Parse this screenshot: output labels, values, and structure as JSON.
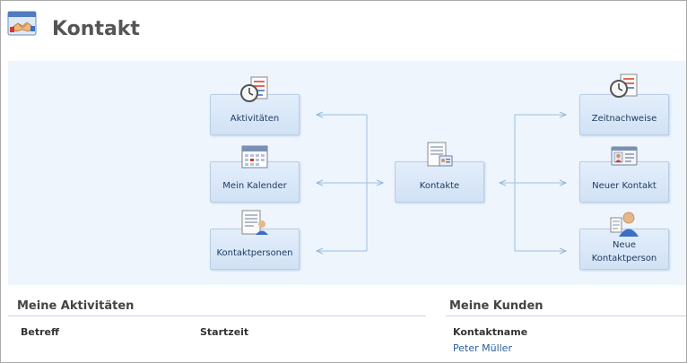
{
  "header": {
    "title": "Kontakt"
  },
  "diagram": {
    "left_nodes": [
      {
        "label": "Aktivitäten",
        "icon": "clock-document-icon"
      },
      {
        "label": "Mein Kalender",
        "icon": "calendar-icon"
      },
      {
        "label": "Kontaktpersonen",
        "icon": "contact-list-icon"
      }
    ],
    "center_node": {
      "label": "Kontakte",
      "icon": "contacts-icon"
    },
    "right_nodes": [
      {
        "label": "Zeitnachweise",
        "icon": "clock-document-icon"
      },
      {
        "label": "Neuer Kontakt",
        "icon": "id-card-icon"
      },
      {
        "label": "Neue Kontaktperson",
        "icon": "person-add-icon"
      }
    ]
  },
  "activities": {
    "title": "Meine Aktivitäten",
    "columns": [
      "Betreff",
      "Startzeit"
    ]
  },
  "customers": {
    "title": "Meine Kunden",
    "columns": [
      "Kontaktname"
    ],
    "rows": [
      {
        "name": "Peter Müller"
      }
    ]
  },
  "colors": {
    "diagram_bg": "#eef5fd",
    "node_border": "#b8cde6",
    "connector": "#8fb6da",
    "link": "#2a5d9a"
  }
}
